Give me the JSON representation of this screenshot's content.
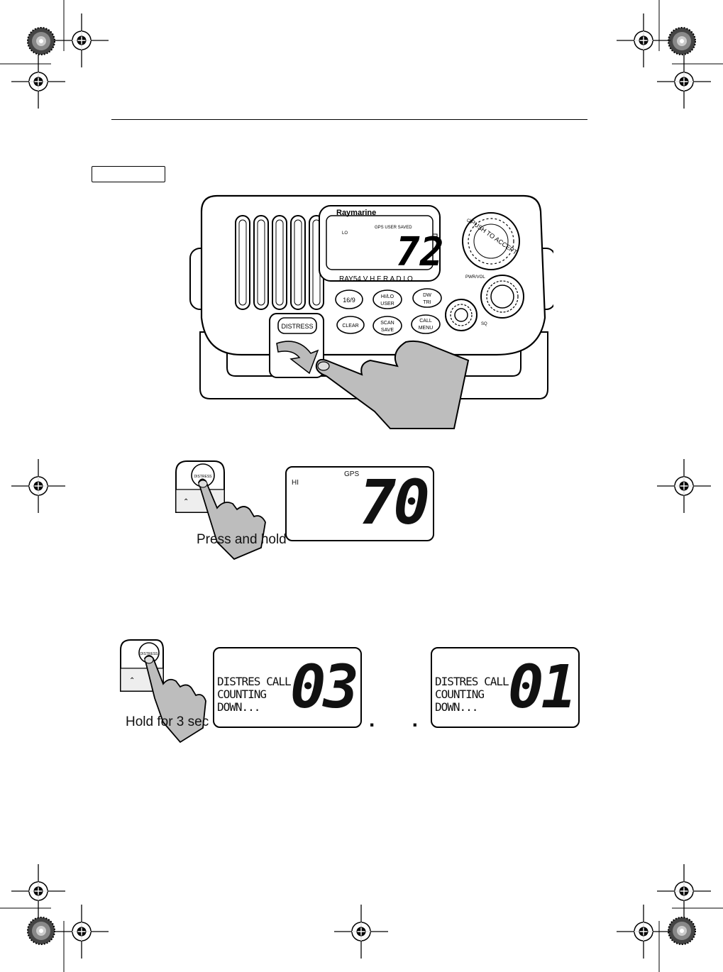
{
  "radio": {
    "brand": "Raymarine",
    "model": "RAY54   V H F   R A D I O",
    "lcd_indicators": "GPS  USER  SAVED",
    "lcd_power": "LO",
    "lcd_channel": "72",
    "knob_ch_label": "CH",
    "knob_text": "PUSH TO ACCEPT",
    "pwr_label": "PWR/VOL",
    "sq_label": "SQ",
    "buttons": [
      {
        "id": "169",
        "line1": "16/9",
        "line2": ""
      },
      {
        "id": "hilo",
        "line1": "HI/LO",
        "line2": "USER"
      },
      {
        "id": "dw",
        "line1": "DW",
        "line2": "TRI"
      },
      {
        "id": "clear",
        "line1": "CLEAR",
        "line2": ""
      },
      {
        "id": "scan",
        "line1": "SCAN",
        "line2": "SAVE"
      },
      {
        "id": "call",
        "line1": "CALL",
        "line2": "MENU"
      }
    ],
    "distress_label": "DISTRESS"
  },
  "step1": {
    "button_label": "DISTRESS",
    "caption": "Press and hold",
    "lcd_power": "HI",
    "lcd_indicator": "GPS",
    "lcd_channel": "70"
  },
  "step2": {
    "button_label": "DISTRESS",
    "caption": "Hold for 3 sec",
    "screens": [
      {
        "line1": "DISTRES CALL",
        "line2": "COUNTING",
        "line3": "DOWN...",
        "count": "03"
      },
      {
        "line1": "DISTRES CALL",
        "line2": "COUNTING",
        "line3": "DOWN...",
        "count": "01"
      }
    ],
    "ellipsis": ". . ."
  }
}
